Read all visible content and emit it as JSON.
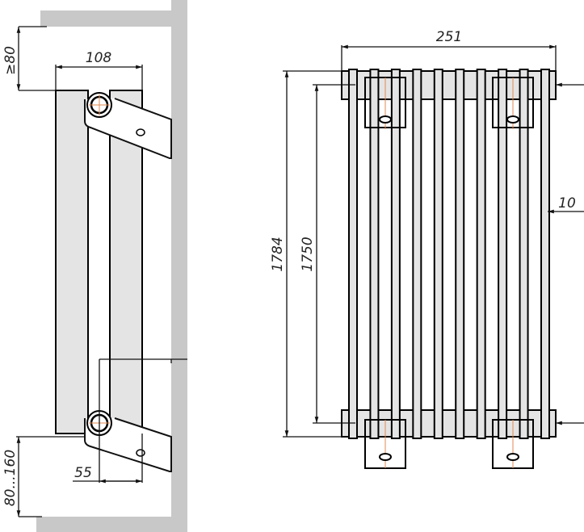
{
  "side_view": {
    "top_clearance": "≥80",
    "depth": "108",
    "axis_offset": "55",
    "floor_clearance": "80...160"
  },
  "front_view": {
    "width": "251",
    "total_height": "1784",
    "axis_height": "1750",
    "wall_gap": "10",
    "tube_count": 10
  }
}
